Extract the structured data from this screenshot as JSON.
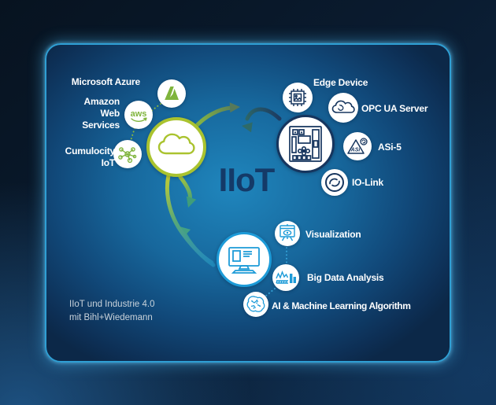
{
  "title": "IIoT",
  "caption": {
    "line1": "IIoT und Industrie 4.0",
    "line2": "mit Bihl+Wiedemann"
  },
  "hubs": {
    "cloud": {
      "icon": "cloud-icon",
      "meaning": "cloud platform hub"
    },
    "gateway": {
      "icon": "plc-device-icon",
      "meaning": "edge gateway / controller hub"
    },
    "workstation": {
      "icon": "monitor-icon",
      "meaning": "analysis workstation hub"
    }
  },
  "left_nodes": [
    {
      "label": "Microsoft Azure",
      "icon": "azure-logo-icon"
    },
    {
      "label": "Amazon Web Services",
      "icon": "aws-logo-icon",
      "icon_text": "aws"
    },
    {
      "label": "Cumulocity IoT",
      "icon": "iot-network-icon"
    }
  ],
  "right_nodes": [
    {
      "label": "Edge Device",
      "icon": "chip-icon"
    },
    {
      "label": "OPC UA Server",
      "icon": "cloud-server-icon"
    },
    {
      "label": "ASi-5",
      "icon": "asi5-logo-icon",
      "icon_text": "ASi"
    },
    {
      "label": "IO-Link",
      "icon": "iolink-logo-icon"
    }
  ],
  "bottom_nodes": [
    {
      "label": "Visualization",
      "icon": "presentation-eye-icon"
    },
    {
      "label": "Big Data Analysis",
      "icon": "data-chart-icon"
    },
    {
      "label": "AI & Machine Learning Algorithm",
      "icon": "brain-icon"
    }
  ],
  "colors": {
    "lime_green": "#aac32f",
    "green": "#7fb43c",
    "navy": "#16355e",
    "azure_blue": "#1d9bd8",
    "title_navy": "#143a68",
    "arrow_teal": "#3f9d7a",
    "panel_border": "#2f9fd4",
    "label_white": "#ffffff"
  }
}
